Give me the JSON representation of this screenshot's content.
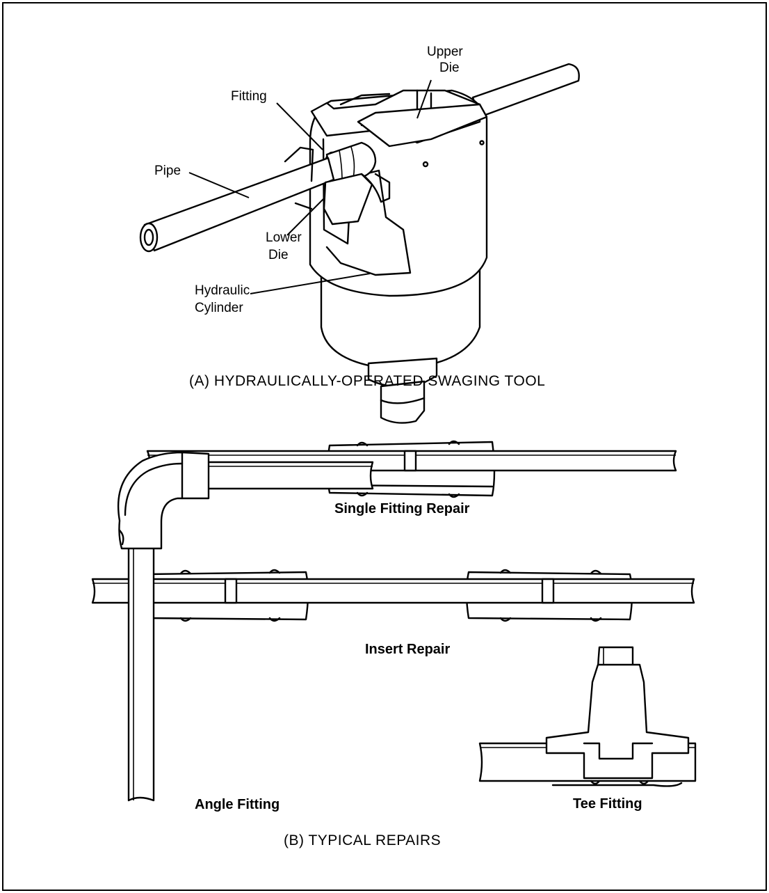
{
  "section_a": {
    "caption": "(A) HYDRAULICALLY-OPERATED SWAGING TOOL",
    "labels": {
      "upper_die_1": "Upper",
      "upper_die_2": "Die",
      "fitting": "Fitting",
      "pipe": "Pipe",
      "lower_die_1": "Lower",
      "lower_die_2": "Die",
      "hydraulic_1": "Hydraulic",
      "hydraulic_2": "Cylinder"
    }
  },
  "section_b": {
    "caption": "(B) TYPICAL REPAIRS",
    "single_fitting_repair": "Single Fitting Repair",
    "insert_repair": "Insert Repair",
    "angle_fitting": "Angle Fitting",
    "tee_fitting": "Tee Fitting"
  }
}
